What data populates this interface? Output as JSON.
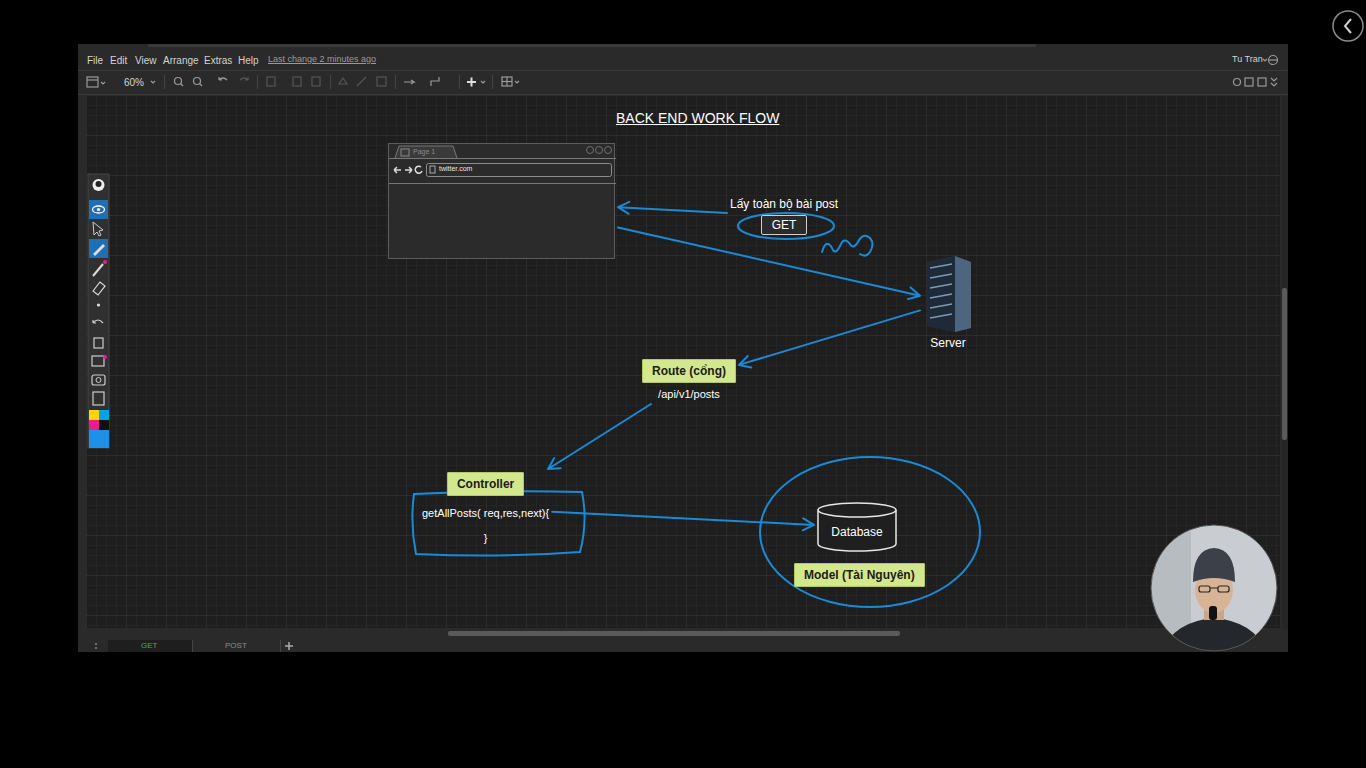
{
  "diagram": {
    "title": "BACK END WORK FLOW",
    "nodes": [
      {
        "text": [
          "Page 1",
          "twitter.com"
        ]
      },
      {
        "text": [
          "Lấy toàn bộ bài post",
          "GET"
        ]
      },
      {
        "text": [
          "Server"
        ]
      },
      {
        "text": [
          "Route (cổng)",
          "/api/v1/posts"
        ]
      },
      {
        "text": [
          "Controller",
          "getAllPosts( req,res,next){",
          "}"
        ]
      },
      {
        "text": [
          "Database"
        ]
      },
      {
        "text": [
          "Model (Tài Nguyên)"
        ]
      }
    ],
    "edges": [
      {
        "from": 1,
        "to": 0,
        "arrow": "to"
      },
      {
        "from": 0,
        "to": 2,
        "arrow": "to"
      },
      {
        "from": 2,
        "to": 3,
        "arrow": "to"
      },
      {
        "from": 3,
        "to": 4,
        "arrow": "to"
      },
      {
        "from": 4,
        "to": 5,
        "arrow": "to"
      }
    ],
    "labels": [
      "File",
      "Edit",
      "View",
      "Arrange",
      "Extras",
      "Help",
      "Last change 2 minutes ago",
      "60%",
      "Tu Tran",
      "GET",
      "POST"
    ]
  }
}
